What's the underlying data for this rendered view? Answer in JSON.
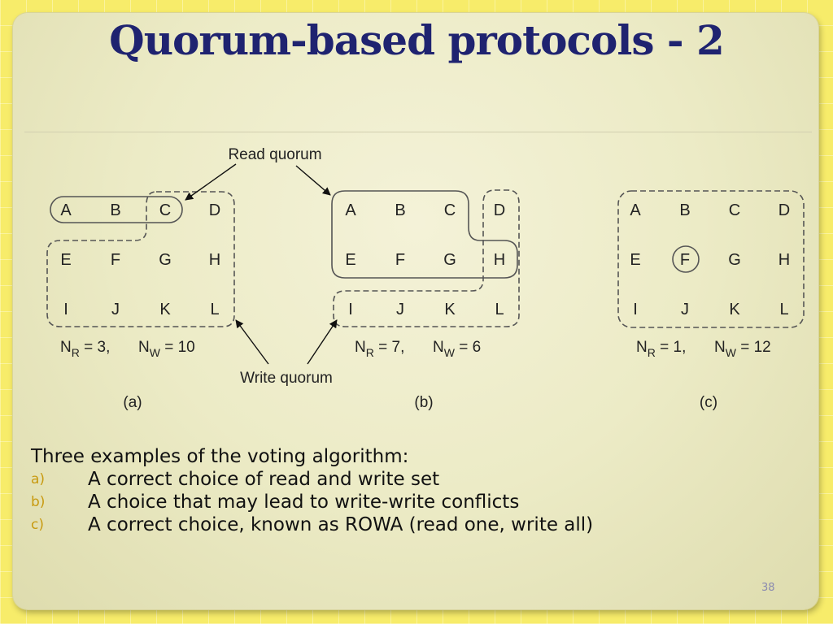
{
  "slide": {
    "title": "Quorum-based protocols - 2",
    "page_number": "38"
  },
  "figure": {
    "read_quorum_label": "Read quorum",
    "write_quorum_label": "Write quorum",
    "grids": [
      {
        "id": "a",
        "nodes": [
          "A",
          "B",
          "C",
          "D",
          "E",
          "F",
          "G",
          "H",
          "I",
          "J",
          "K",
          "L"
        ],
        "nr": "3",
        "nw": "10",
        "caption": "(a)"
      },
      {
        "id": "b",
        "nodes": [
          "A",
          "B",
          "C",
          "D",
          "E",
          "F",
          "G",
          "H",
          "I",
          "J",
          "K",
          "L"
        ],
        "nr": "7",
        "nw": "6",
        "caption": "(b)"
      },
      {
        "id": "c",
        "nodes": [
          "A",
          "B",
          "C",
          "D",
          "E",
          "F",
          "G",
          "H",
          "I",
          "J",
          "K",
          "L"
        ],
        "nr": "1",
        "nw": "12",
        "caption": "(c)"
      }
    ],
    "subscripts": {
      "read": "R",
      "write": "W"
    },
    "var": "N",
    "equals": " = ",
    "sep": ","
  },
  "content": {
    "intro": "Three examples of the voting algorithm:",
    "items": [
      {
        "marker": "a)",
        "text": "A correct choice of read and write set"
      },
      {
        "marker": "b)",
        "text": "A choice that may lead to write-write conflicts"
      },
      {
        "marker": "c)",
        "text": "A correct choice, known as ROWA (read one, write all)"
      }
    ]
  },
  "colors": {
    "title": "#1f2370",
    "marker": "#c89a10",
    "background": "#f7ec6a"
  }
}
